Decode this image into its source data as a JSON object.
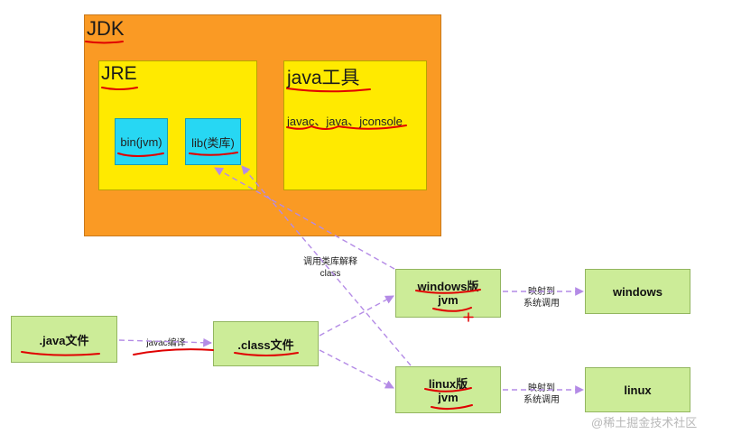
{
  "jdk": {
    "label": "JDK"
  },
  "jre": {
    "label": "JRE",
    "bin": "bin(jvm)",
    "lib": "lib(类库)"
  },
  "java_tools": {
    "label": "java工具",
    "list": "javac、java、jconsole"
  },
  "nodes": {
    "java_file": ".java文件",
    "class_file": ".class文件",
    "windows_jvm_title": "windows版",
    "windows_jvm_sub": "jvm",
    "linux_jvm_title": "linux版",
    "linux_jvm_sub": "jvm",
    "windows_os": "windows",
    "linux_os": "linux"
  },
  "edge_labels": {
    "compile": "javac编译",
    "call_lib_line1": "调用类库解释",
    "call_lib_line2": "class",
    "map_win_line1": "映射到",
    "map_win_line2": "系统调用",
    "map_linux_line1": "映射到",
    "map_linux_line2": "系统调用"
  },
  "watermark": "@稀土掘金技术社区",
  "colors": {
    "jdk": "#fa9a24",
    "panel": "#ffea00",
    "cyan": "#27d7f3",
    "green": "#ccec98",
    "arrow": "#b48be6",
    "underline": "#e00000"
  }
}
